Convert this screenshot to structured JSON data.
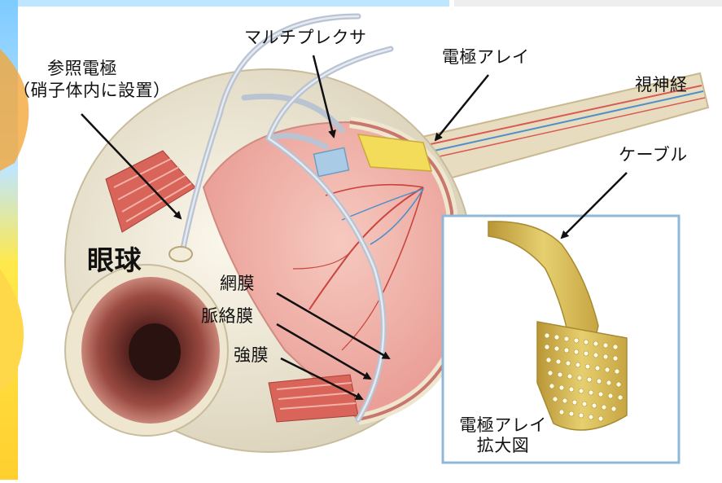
{
  "labels": {
    "reference_electrode_line1": "参照電極",
    "reference_electrode_line2": "（硝子体内に設置）",
    "multiplexer": "マルチプレクサ",
    "electrode_array": "電極アレイ",
    "optic_nerve": "視神経",
    "cable": "ケーブル",
    "eyeball": "眼球",
    "retina": "網膜",
    "choroid": "脈絡膜",
    "sclera": "強膜",
    "inset_caption_line1": "電極アレイ",
    "inset_caption_line2": "拡大図"
  },
  "colors": {
    "left_border_blue": "#7ecbff",
    "left_border_yellow": "#ffe94a",
    "eye_white": "#f3ecd8",
    "retina_pink": "#f0a8a0",
    "muscle_red": "#d9645a",
    "iris_brown": "#8a3b32",
    "cable_gold": "#d8b84a",
    "inset_border": "#8fb8d8",
    "tube_gray": "#b9c3d2"
  }
}
